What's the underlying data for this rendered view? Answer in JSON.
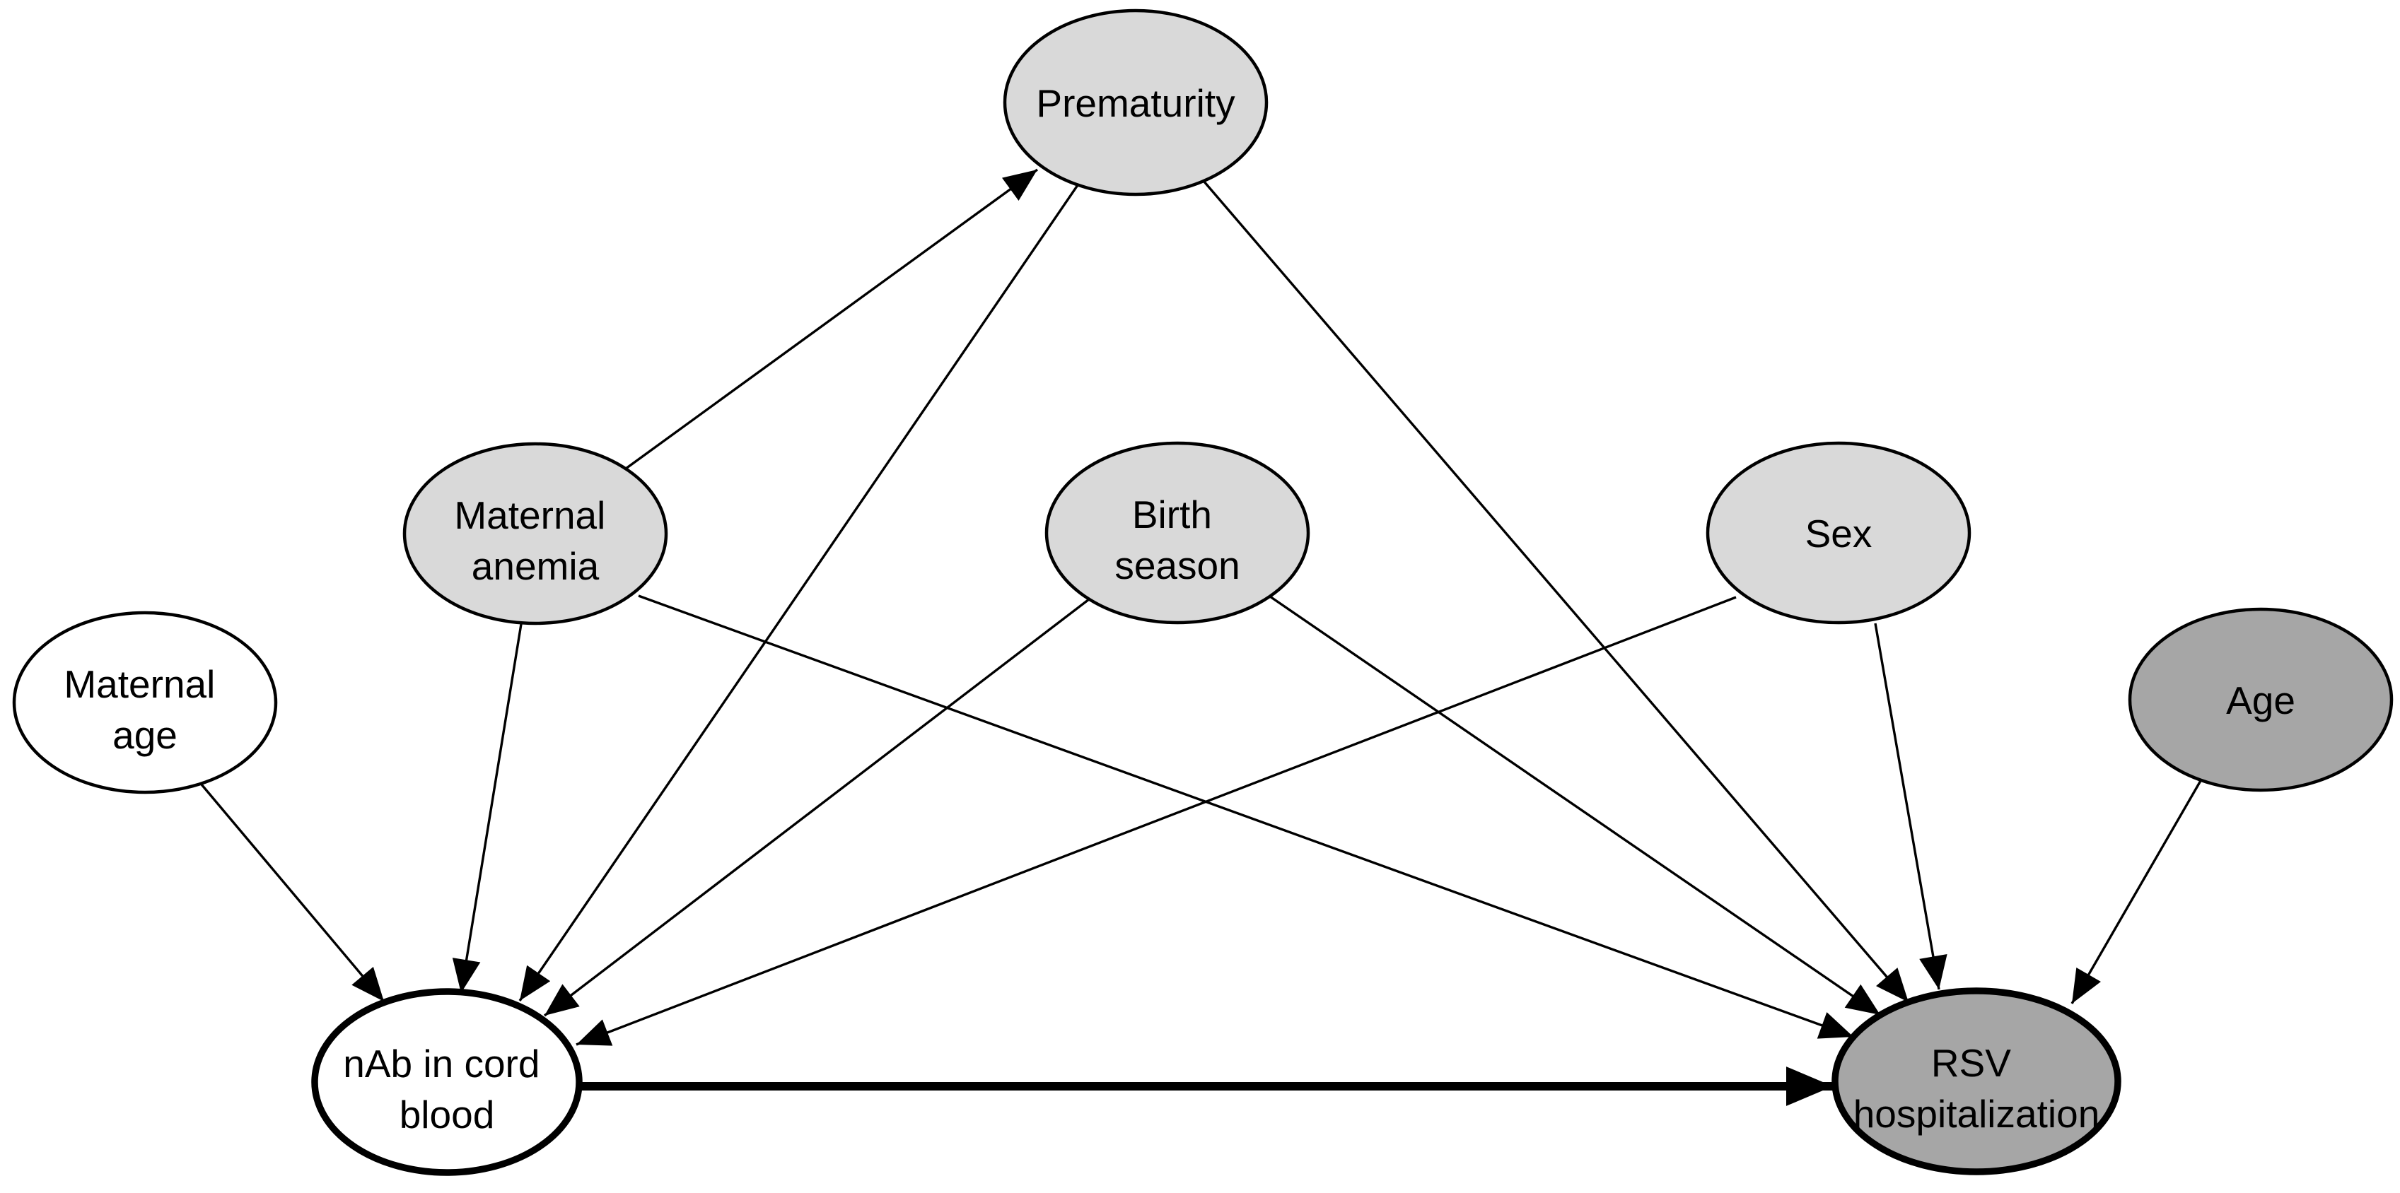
{
  "figure": {
    "type": "causal-dag-diagram",
    "background_color": "#ffffff",
    "line_color": "#000000",
    "text_color": "#000000",
    "colors": {
      "light_node_fill": "#d9d9d9",
      "dark_node_fill": "#a6a6a6",
      "white_node_fill": "#ffffff"
    },
    "nodes": {
      "prematurity": {
        "label": "Prematurity",
        "fill": "#d9d9d9",
        "border": "thin"
      },
      "maternal_anemia": {
        "label": "Maternal anemia",
        "line1": "Maternal",
        "line2": "anemia",
        "fill": "#d9d9d9",
        "border": "thin"
      },
      "birth_season": {
        "label": "Birth season",
        "line1": "Birth",
        "line2": "season",
        "fill": "#d9d9d9",
        "border": "thin"
      },
      "sex": {
        "label": "Sex",
        "fill": "#d9d9d9",
        "border": "thin"
      },
      "maternal_age": {
        "label": "Maternal age",
        "line1": "Maternal",
        "line2": "age",
        "fill": "#ffffff",
        "border": "thin"
      },
      "age": {
        "label": "Age",
        "fill": "#a6a6a6",
        "border": "thin"
      },
      "nab_in_cord_blood": {
        "label": "nAb in cord blood",
        "line1": "nAb in cord",
        "line2": "blood",
        "fill": "#ffffff",
        "border": "bold"
      },
      "rsv_hospitalization": {
        "label": "RSV hospitalization",
        "line1": "RSV",
        "line2": "hospitalization",
        "fill": "#a6a6a6",
        "border": "bold"
      }
    },
    "edges": [
      {
        "from": "maternal_anemia",
        "to": "prematurity",
        "style": "thin"
      },
      {
        "from": "maternal_anemia",
        "to": "nab_in_cord_blood",
        "style": "thin"
      },
      {
        "from": "maternal_anemia",
        "to": "rsv_hospitalization",
        "style": "thin"
      },
      {
        "from": "prematurity",
        "to": "nab_in_cord_blood",
        "style": "thin"
      },
      {
        "from": "prematurity",
        "to": "rsv_hospitalization",
        "style": "thin"
      },
      {
        "from": "birth_season",
        "to": "nab_in_cord_blood",
        "style": "thin"
      },
      {
        "from": "birth_season",
        "to": "rsv_hospitalization",
        "style": "thin"
      },
      {
        "from": "sex",
        "to": "nab_in_cord_blood",
        "style": "thin"
      },
      {
        "from": "sex",
        "to": "rsv_hospitalization",
        "style": "thin"
      },
      {
        "from": "maternal_age",
        "to": "nab_in_cord_blood",
        "style": "thin"
      },
      {
        "from": "age",
        "to": "rsv_hospitalization",
        "style": "thin"
      },
      {
        "from": "nab_in_cord_blood",
        "to": "rsv_hospitalization",
        "style": "bold"
      }
    ]
  }
}
